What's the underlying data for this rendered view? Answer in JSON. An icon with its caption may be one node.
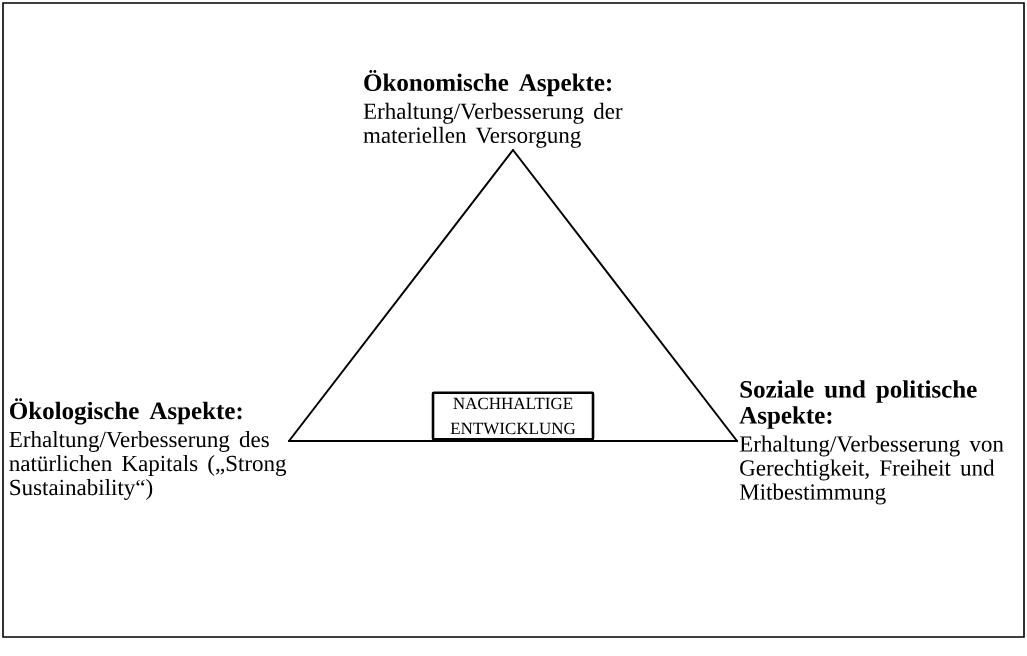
{
  "diagram": {
    "nodes": [
      {
        "text": [
          "Ökonomische Aspekte:",
          "Erhaltung/Verbesserung der materiellen Versorgung"
        ]
      },
      {
        "text": [
          "Ökologische Aspekte:",
          "Erhaltung/Verbesserung des natürlichen Kapitals („Strong Sustainability“)"
        ]
      },
      {
        "text": [
          "Soziale und politische Aspekte:",
          "Erhaltung/Verbesserung von Gerechtigkeit, Freiheit und Mitbestimmung"
        ]
      },
      {
        "text": [
          "NACHHALTIGE ENTWICKLUNG"
        ]
      }
    ],
    "edges": [
      {
        "from": 0,
        "to": 1,
        "arrow": "none"
      },
      {
        "from": 1,
        "to": 2,
        "arrow": "none"
      },
      {
        "from": 2,
        "to": 0,
        "arrow": "none"
      }
    ]
  }
}
